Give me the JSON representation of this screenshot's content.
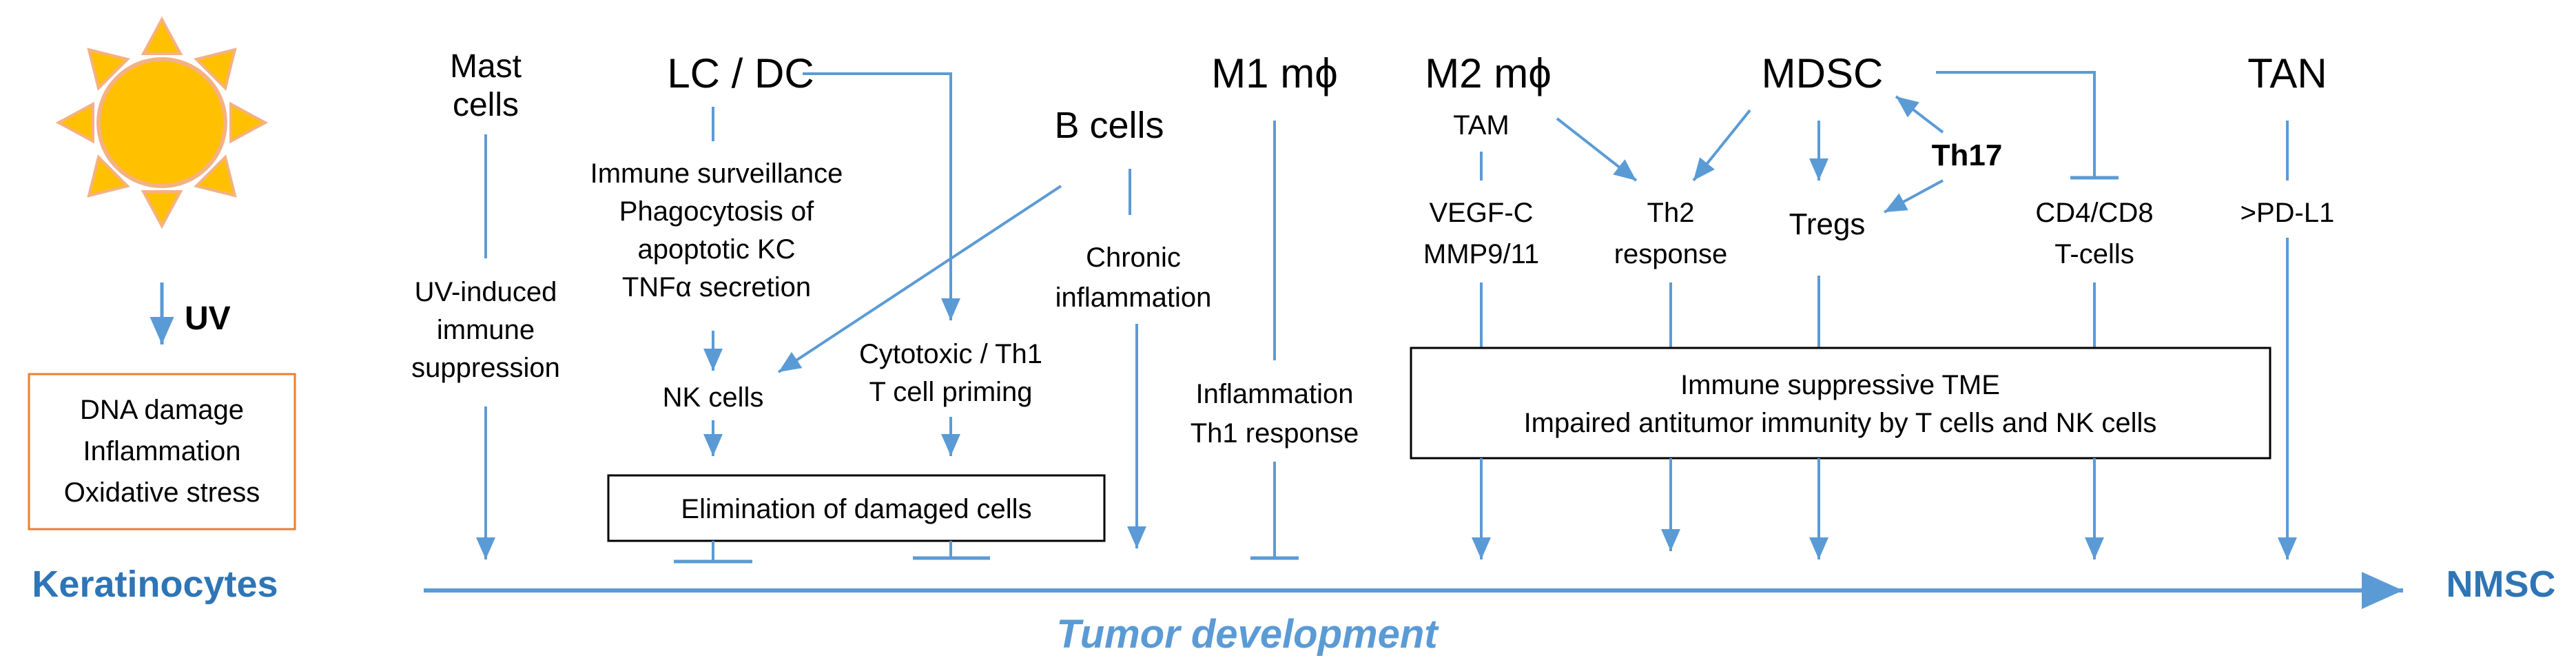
{
  "colors": {
    "arrow": "#5b9bd5",
    "label_blue": "#2e75b6",
    "sun_fill": "#ffc000",
    "sun_stroke": "#f4b183",
    "box_orange": "#ed7d31"
  },
  "left": {
    "uv": "UV",
    "effects": [
      "DNA damage",
      "Inflammation",
      "Oxidative stress"
    ],
    "keratinocytes": "Keratinocytes"
  },
  "columns": {
    "mast": {
      "title": [
        "Mast",
        "cells"
      ],
      "desc": [
        "UV-induced",
        "immune",
        "suppression"
      ]
    },
    "lcdc": {
      "title": "LC / DC",
      "desc": [
        "Immune surveillance",
        "Phagocytosis of",
        "apoptotic KC",
        "TNFα secretion"
      ],
      "nk": "NK cells",
      "cyto": [
        "Cytotoxic / Th1",
        "T cell priming"
      ]
    },
    "bcells": {
      "title": "B cells",
      "desc": [
        "Chronic",
        "inflammation"
      ]
    },
    "m1": {
      "title": "M1 mϕ",
      "desc": [
        "Inflammation",
        "Th1 response"
      ]
    },
    "m2": {
      "title": "M2 mϕ",
      "tam": "TAM",
      "desc": [
        "VEGF-C",
        "MMP9/11"
      ]
    },
    "th2": {
      "desc": [
        "Th2",
        "response"
      ]
    },
    "mdsc": {
      "title": "MDSC",
      "th17": "Th17",
      "tregs": "Tregs"
    },
    "cd": {
      "desc": [
        "CD4/CD8",
        "T-cells"
      ]
    },
    "tan": {
      "title": "TAN",
      "desc": ">PD-L1"
    }
  },
  "boxes": {
    "elimination": "Elimination of damaged cells",
    "tme": [
      "Immune suppressive TME",
      "Impaired antitumor immunity by T cells and NK cells"
    ]
  },
  "bottom": {
    "tumor": "Tumor development",
    "nmsc": "NMSC"
  }
}
